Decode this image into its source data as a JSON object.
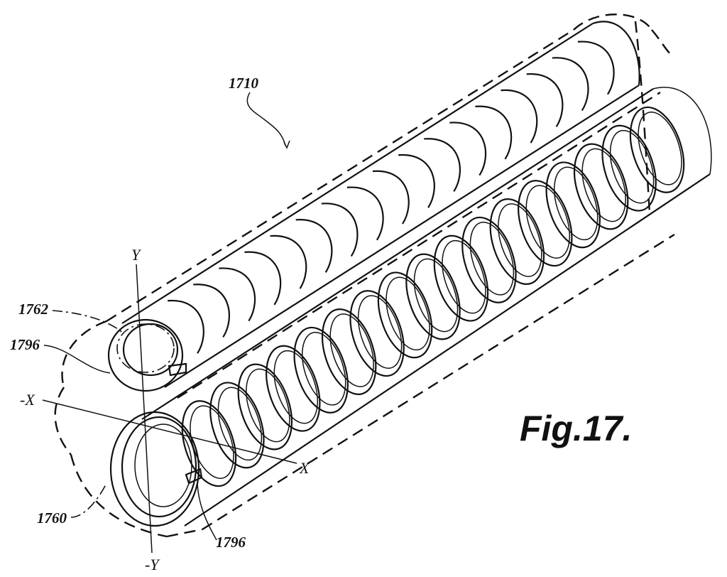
{
  "figure": {
    "title": "Fig.17.",
    "reference_labels": {
      "assembly": "1710",
      "upper_core": "1762",
      "upper_end": "1796",
      "lower_end": "1796",
      "lower_core": "1760"
    },
    "axis_labels": {
      "y_pos": "Y",
      "y_neg": "-Y",
      "x_pos": "X",
      "x_neg": "-X"
    },
    "upper_coil_turns": 17,
    "lower_coil_turns": 17
  }
}
